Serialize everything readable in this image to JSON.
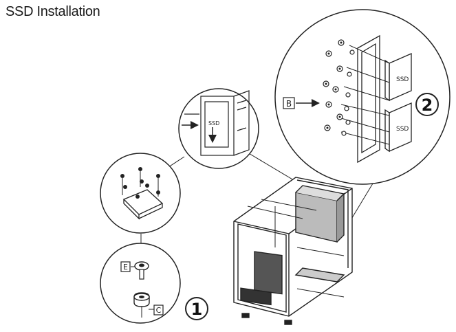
{
  "page": {
    "title": "SSD Installation"
  },
  "callouts": {
    "label_b": "B",
    "label_e": "E",
    "label_c": "C",
    "step_1": "1",
    "step_2": "2",
    "ssd_top": "SSD",
    "ssd_bottom": "SSD",
    "drive_label": "SSD"
  },
  "icons": [
    "screw-icon",
    "arrow-right-icon",
    "arrow-up-icon",
    "step-circle-icon"
  ]
}
